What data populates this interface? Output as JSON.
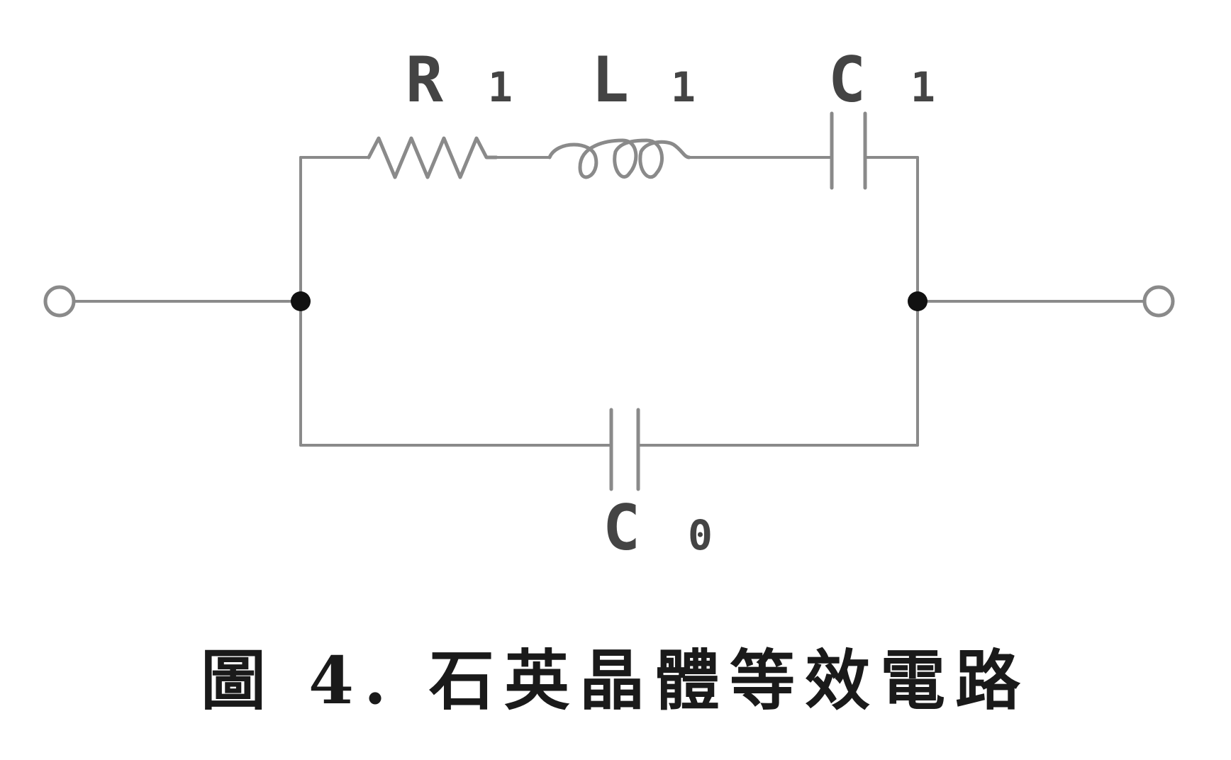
{
  "caption": "圖 4. 石英晶體等效電路",
  "components": {
    "resistor": {
      "name": "R",
      "subscript": "1"
    },
    "inductor": {
      "name": "L",
      "subscript": "1"
    },
    "motional_capacitor": {
      "name": "C",
      "subscript": "1"
    },
    "shunt_capacitor": {
      "name": "C",
      "subscript": "0"
    }
  },
  "colors": {
    "wire": "#8a8a8a",
    "label": "#444444",
    "node": "#111111",
    "terminal": "#8a8a8a",
    "background": "#ffffff",
    "caption": "#1a1a1a"
  }
}
